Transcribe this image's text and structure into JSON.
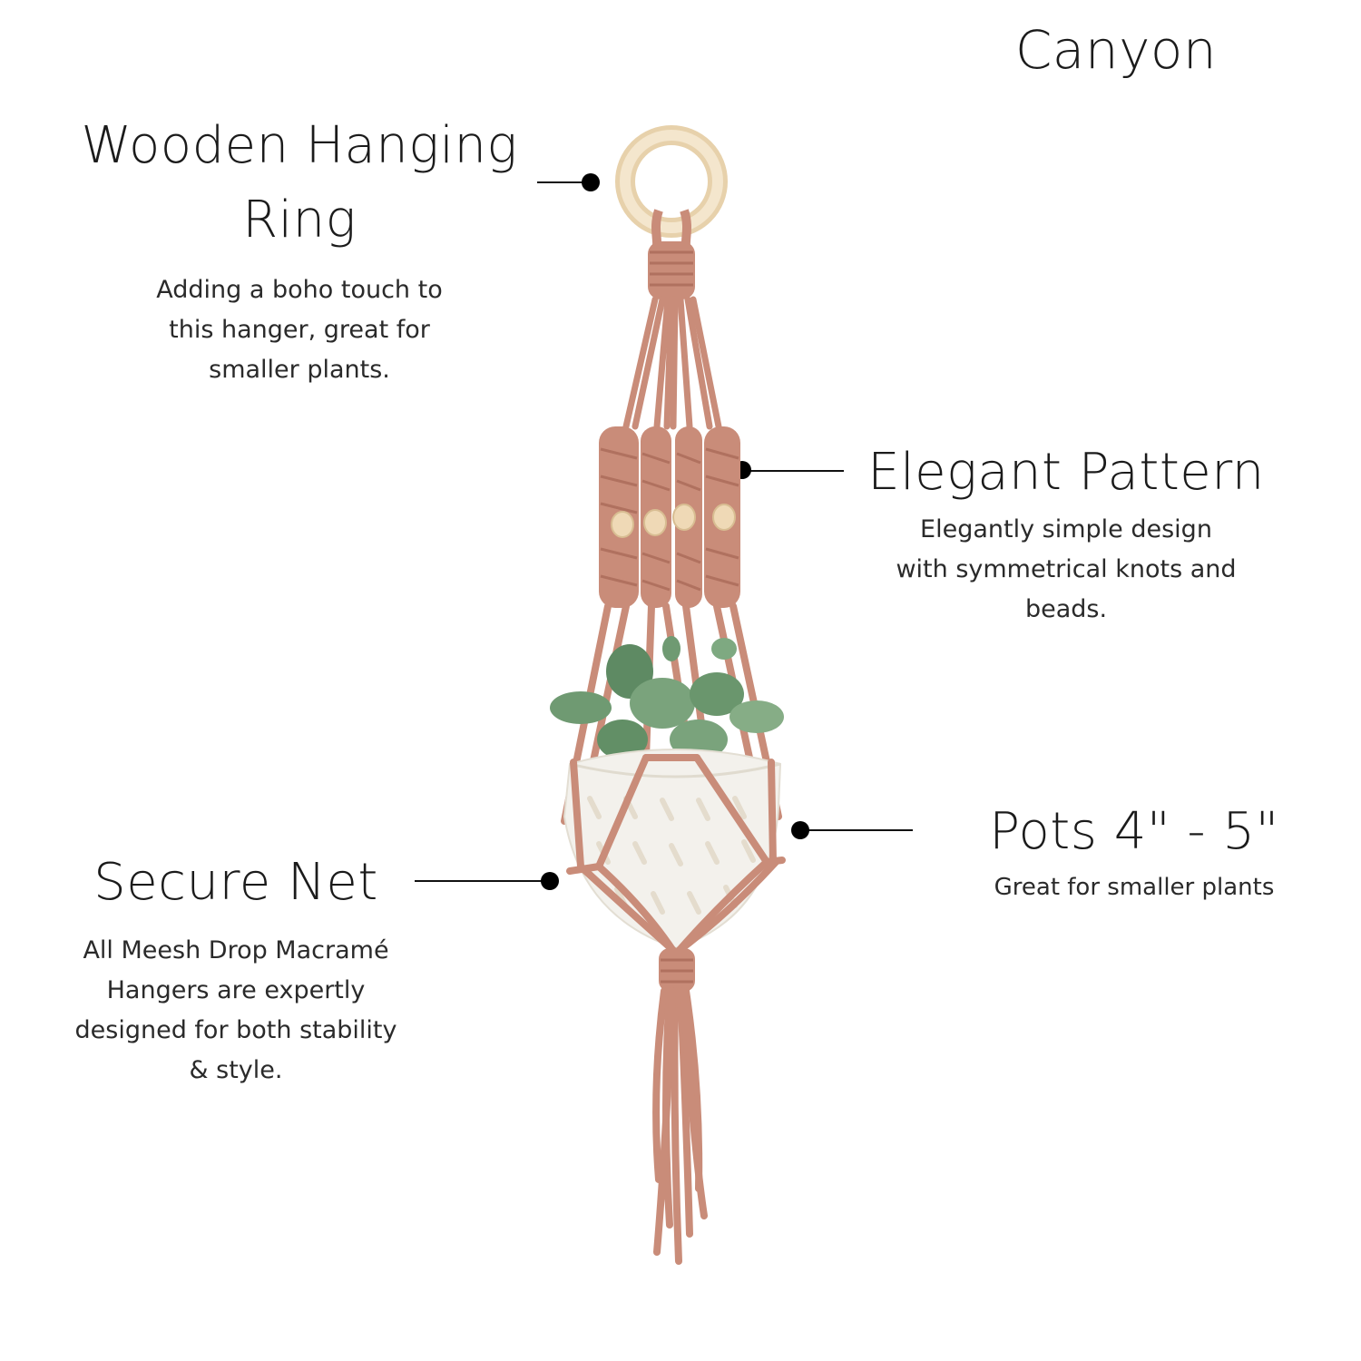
{
  "product": {
    "color_name": "Canyon"
  },
  "features": [
    {
      "title_lines": [
        "Wooden Hanging",
        "Ring"
      ],
      "description_lines": [
        "Adding a boho touch to",
        "this hanger, great for",
        "smaller plants."
      ]
    },
    {
      "title_lines": [
        "Elegant Pattern"
      ],
      "description_lines": [
        "Elegantly simple design",
        "with symmetrical knots and",
        "beads."
      ]
    },
    {
      "title_lines": [
        "Pots 4\" - 5\""
      ],
      "description_lines": [
        "Great for smaller plants"
      ]
    },
    {
      "title_lines": [
        "Secure Net"
      ],
      "description_lines": [
        "All Meesh Drop Macramé",
        "Hangers are expertly",
        "designed for both stability",
        "& style."
      ]
    }
  ],
  "colors": {
    "rope": "#c98c79",
    "rope_dark": "#b0715f",
    "wood": "#f1dfc0",
    "pot": "#f3f1ec",
    "leaf": "#6f9a72",
    "text": "#1b1b1b"
  },
  "icons": [
    "hanging-ring-icon",
    "bead-icon",
    "plant-icon",
    "pot-icon"
  ]
}
